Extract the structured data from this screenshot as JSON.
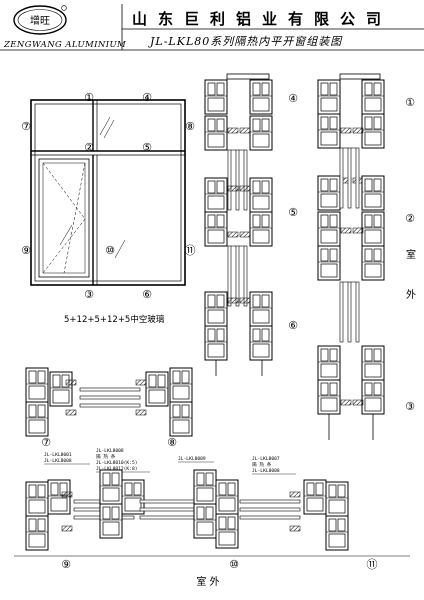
{
  "header": {
    "logo_text": "增旺",
    "brand_name": "ZENGWANG ALUMINIUM",
    "company_name": "山东巨利铝业有限公司",
    "drawing_title": "JL-LKL80系列隔热内平开窗组装图"
  },
  "elevation": {
    "labels": [
      "①",
      "②",
      "③",
      "④",
      "⑤",
      "⑥",
      "⑦",
      "⑧",
      "⑨",
      "⑩",
      "⑪"
    ],
    "glass_spec": "5+12+5+12+5中空玻璃"
  },
  "sections": {
    "col1_labels": [
      "④",
      "⑤",
      "⑥"
    ],
    "col2_labels": [
      "①",
      "②",
      "③"
    ],
    "indoor": "室",
    "outdoor": "外",
    "bottom_labels": [
      "⑦",
      "⑧",
      "⑨",
      "⑩",
      "⑪"
    ],
    "bottom_outdoor": "室 外"
  },
  "part_notes": [
    [
      "JL-LKL8001",
      "JL-LKL8008"
    ],
    [
      "JL-LKL8008",
      "隔 热 条",
      "JL-LKL8010(K:5)",
      "JL-LKL8012(K:8)"
    ],
    [
      "JL-LKL8009"
    ],
    [
      "JL-LKL8007",
      "隔 热 条",
      "JL-LKL8008"
    ]
  ]
}
